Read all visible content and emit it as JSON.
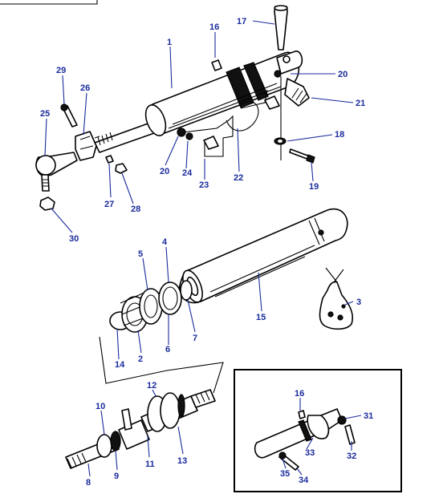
{
  "diagram": {
    "callouts": [
      {
        "id": "c1",
        "label": "1"
      },
      {
        "id": "c2",
        "label": "2"
      },
      {
        "id": "c3",
        "label": "3"
      },
      {
        "id": "c4",
        "label": "4"
      },
      {
        "id": "c5",
        "label": "5"
      },
      {
        "id": "c6",
        "label": "6"
      },
      {
        "id": "c7",
        "label": "7"
      },
      {
        "id": "c8",
        "label": "8"
      },
      {
        "id": "c9",
        "label": "9"
      },
      {
        "id": "c10",
        "label": "10"
      },
      {
        "id": "c11",
        "label": "11"
      },
      {
        "id": "c12",
        "label": "12"
      },
      {
        "id": "c13",
        "label": "13"
      },
      {
        "id": "c14",
        "label": "14"
      },
      {
        "id": "c15",
        "label": "15"
      },
      {
        "id": "c16",
        "label": "16"
      },
      {
        "id": "c16b",
        "label": "16"
      },
      {
        "id": "c17",
        "label": "17"
      },
      {
        "id": "c18",
        "label": "18"
      },
      {
        "id": "c19",
        "label": "19"
      },
      {
        "id": "c20",
        "label": "20"
      },
      {
        "id": "c20b",
        "label": "20"
      },
      {
        "id": "c21",
        "label": "21"
      },
      {
        "id": "c22",
        "label": "22"
      },
      {
        "id": "c23",
        "label": "23"
      },
      {
        "id": "c24",
        "label": "24"
      },
      {
        "id": "c25",
        "label": "25"
      },
      {
        "id": "c26",
        "label": "26"
      },
      {
        "id": "c27",
        "label": "27"
      },
      {
        "id": "c28",
        "label": "28"
      },
      {
        "id": "c29",
        "label": "29"
      },
      {
        "id": "c30",
        "label": "30"
      },
      {
        "id": "c31",
        "label": "31"
      },
      {
        "id": "c32",
        "label": "32"
      },
      {
        "id": "c33",
        "label": "33"
      },
      {
        "id": "c34",
        "label": "34"
      },
      {
        "id": "c35",
        "label": "35"
      }
    ]
  }
}
